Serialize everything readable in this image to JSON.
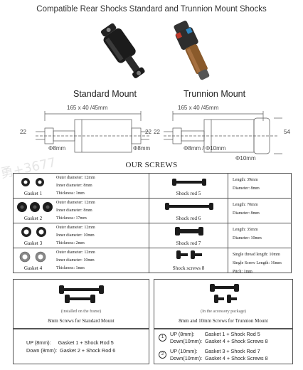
{
  "header": {
    "title": "Compatible Rear Shocks Standard and Trunnion Mount Shocks"
  },
  "mounts": {
    "standard": {
      "label": "Standard Mount",
      "length": "165 x 40 /45mm",
      "left_height": "22",
      "right_height": "22",
      "left_dia": "Φ8mm",
      "right_dia": "Φ8mm"
    },
    "trunnion": {
      "label": "Trunnion Mount",
      "length": "165 x 40 /45mm",
      "left_height": "22",
      "right_height": "54",
      "left_dia": "Φ8mm / Φ10mm",
      "bottom_dia": "Φ10mm"
    }
  },
  "watermark": "勇+3677",
  "screws": {
    "title": "OUR SCREWS",
    "rows": [
      {
        "gasket": {
          "name": "Gasket 1",
          "specs": [
            "Outer diameter: 12mm",
            "Inner diameter: 8mm",
            "Thickness: 1mm"
          ]
        },
        "rod": {
          "name": "Shock rod 5",
          "specs": [
            "Length: 39mm",
            "Diameter: 8mm"
          ]
        }
      },
      {
        "gasket": {
          "name": "Gasket 2",
          "specs": [
            "Outer diameter: 12mm",
            "Inner diameter: 8mm",
            "Thickness: 17mm"
          ]
        },
        "rod": {
          "name": "Shock rod 6",
          "specs": [
            "Length: 70mm",
            "Diameter: 8mm"
          ]
        }
      },
      {
        "gasket": {
          "name": "Gasket 3",
          "specs": [
            "Outer diameter: 12mm",
            "Inner diameter: 10mm",
            "Thickness: 2mm"
          ]
        },
        "rod": {
          "name": "Shock rod 7",
          "specs": [
            "Length: 35mm",
            "Diameter: 10mm"
          ]
        }
      },
      {
        "gasket": {
          "name": "Gasket 4",
          "specs": [
            "Outer diameter: 12mm",
            "Inner diameter: 10mm",
            "Thickness: 1mm"
          ]
        },
        "rod": {
          "name": "Shock screws 8",
          "specs": [
            "Single thread length: 10mm",
            "Single Screw Length: 16mm",
            "Pitch: 1mm"
          ]
        }
      }
    ]
  },
  "kits": {
    "standard": {
      "note": "(installed on the frame)",
      "caption": "8mm Screws for Standard Mount",
      "lines": [
        "UP (8mm):     Gasket 1 + Shock Rod 5",
        "Down (8mm):  Gasket 2 + Shock Rod 6"
      ]
    },
    "trunnion": {
      "note": "(In the accessory package)",
      "caption": "8mm and 10mm Screws for Trunnion Mount",
      "options": [
        {
          "num": "1",
          "lines": [
            "UP (8mm):       Gasket 1 + Shock Rod 5",
            "Down(10mm):  Gasket 4 + Shock Screws 8"
          ]
        },
        {
          "num": "2",
          "lines": [
            "UP (10mm):     Gasket 3 + Shock Rod 7",
            "Down(10mm):  Gasket 4 + Shock Screws 8"
          ]
        }
      ]
    }
  }
}
